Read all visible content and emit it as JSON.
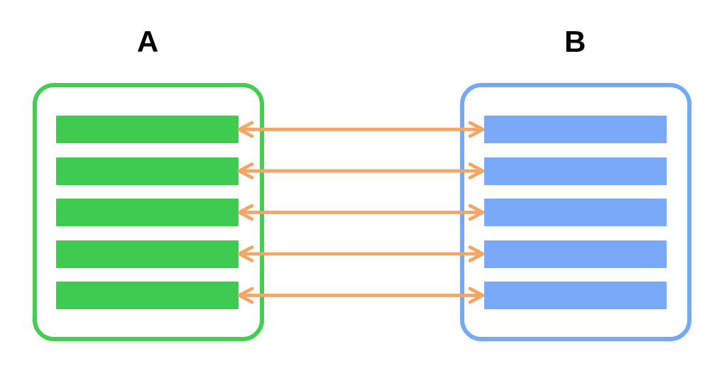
{
  "canvas": {
    "background": "#ffffff"
  },
  "groups": [
    {
      "id": "A",
      "label": "A",
      "border_color": "#42ce52",
      "bar_color": "#3ecb50",
      "bar_count": 5
    },
    {
      "id": "B",
      "label": "B",
      "border_color": "#76a8f5",
      "bar_color": "#7aaaf7",
      "bar_count": 5
    }
  ],
  "connections": {
    "count": 5,
    "color": "#f2a766",
    "type": "double-headed-arrow"
  }
}
